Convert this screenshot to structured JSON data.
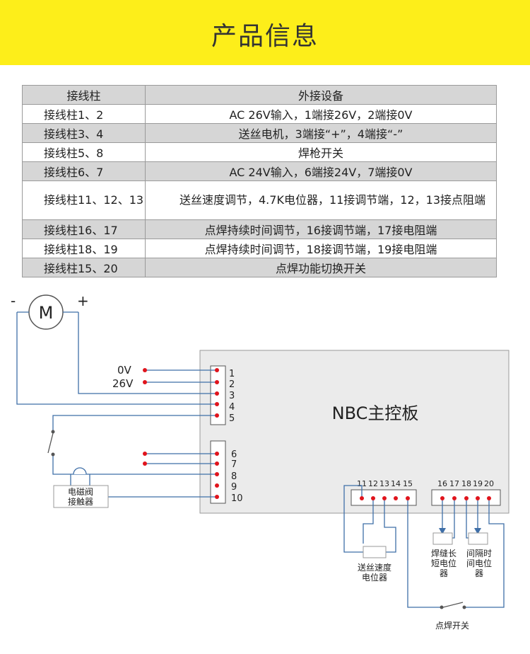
{
  "header": {
    "title": "产品信息"
  },
  "table": {
    "col1_header": "接线柱",
    "col2_header": "外接设备",
    "rows": [
      {
        "terminal": "接线柱1、2",
        "device": "AC 26V输入，1端接26V，2端接0V"
      },
      {
        "terminal": "接线柱3、4",
        "device": "送丝电机，3端接“+”，4端接“-”"
      },
      {
        "terminal": "接线柱5、8",
        "device": "焊枪开关"
      },
      {
        "terminal": "接线柱6、7",
        "device": "AC 24V输入，6端接24V，7端接0V"
      },
      {
        "terminal": "接线柱11、12、13",
        "device": "送丝速度调节，4.7K电位器，11接调节端，12，13接点阻端"
      },
      {
        "terminal": "接线柱16、17",
        "device": "点焊持续时间调节，16接调节端，17接电阻端"
      },
      {
        "terminal": "接线柱18、19",
        "device": "点焊持续时间调节，18接调节端，19接电阻端"
      },
      {
        "terminal": "接线柱15、20",
        "device": "点焊功能切换开关"
      }
    ]
  },
  "diagram": {
    "motor_label": "M",
    "motor_minus": "-",
    "motor_plus": "+",
    "board_label": "NBC主控板",
    "voltage_0v": "0V",
    "voltage_26v": "26V",
    "terminals_left_top": [
      "1",
      "2",
      "3",
      "4",
      "5"
    ],
    "terminals_left_bottom": [
      "6",
      "7",
      "8",
      "9",
      "10"
    ],
    "terminals_bottom_a": [
      "11",
      "12",
      "13",
      "14",
      "15"
    ],
    "terminals_bottom_b": [
      "16",
      "17",
      "18",
      "19",
      "20"
    ],
    "contactor_line1": "电磁阀",
    "contactor_line2": "接触器",
    "wire_pot_line1": "送丝速度",
    "wire_pot_line2": "电位器",
    "seam_pot_line1": "焊缝长",
    "seam_pot_line2": "短电位",
    "seam_pot_line3": "器",
    "interval_pot_line1": "间隔时",
    "interval_pot_line2": "间电位",
    "interval_pot_line3": "器",
    "spot_switch_label": "点焊开关"
  },
  "colors": {
    "banner": "#fdee1a",
    "wire": "#3f6fa8",
    "dot": "#e0141c",
    "board": "#ebebeb"
  }
}
